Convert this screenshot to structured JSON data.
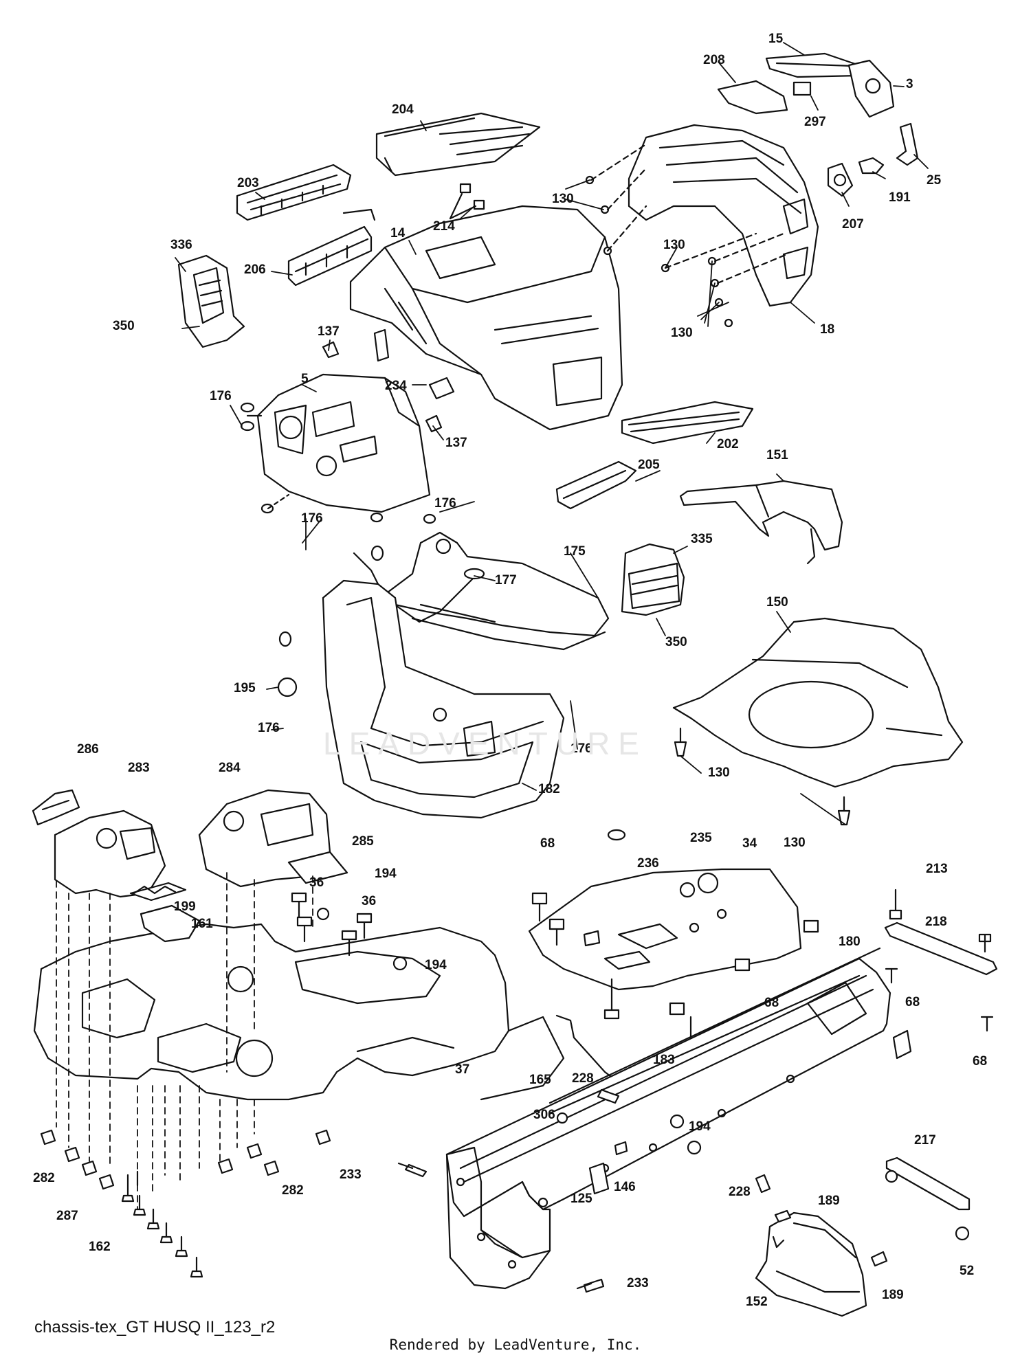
{
  "diagram": {
    "footer_id": "chassis-tex_GT HUSQ II_123_r2",
    "render_credit": "Rendered by LeadVenture, Inc.",
    "watermark": "LEADVENTURE",
    "callouts": [
      "15",
      "208",
      "3",
      "297",
      "25",
      "191",
      "207",
      "204",
      "203",
      "214",
      "14",
      "130",
      "130",
      "130",
      "18",
      "336",
      "206",
      "350",
      "137",
      "5",
      "176",
      "234",
      "137",
      "202",
      "176",
      "205",
      "151",
      "176",
      "175",
      "177",
      "335",
      "350",
      "150",
      "195",
      "176",
      "176",
      "182",
      "130",
      "286",
      "283",
      "284",
      "285",
      "199",
      "36",
      "194",
      "36",
      "161",
      "194",
      "130",
      "68",
      "235",
      "34",
      "236",
      "213",
      "218",
      "180",
      "68",
      "68",
      "68",
      "183",
      "165",
      "228",
      "306",
      "194",
      "217",
      "233",
      "146",
      "125",
      "189",
      "228",
      "282",
      "287",
      "162",
      "282",
      "37",
      "52",
      "233",
      "152",
      "189"
    ]
  }
}
